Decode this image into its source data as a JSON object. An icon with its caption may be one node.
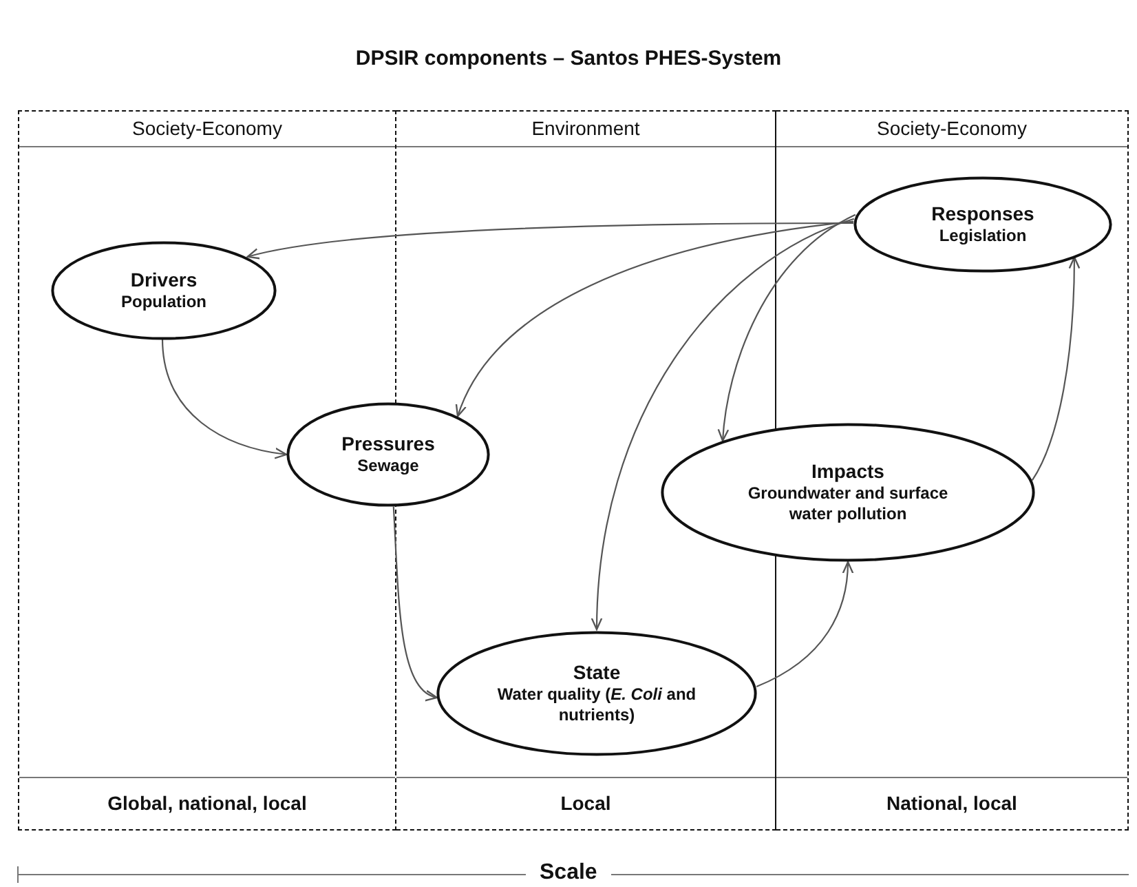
{
  "diagram": {
    "title": "DPSIR components – Santos PHES-System",
    "nodes": [
      {
        "text": [
          "Society-Economy",
          "Global, national, local"
        ]
      },
      {
        "text": [
          "Environment",
          "Local"
        ]
      },
      {
        "text": [
          "Society-Economy",
          "National, local"
        ]
      },
      {
        "text": [
          "Drivers",
          "Population"
        ],
        "in": 0
      },
      {
        "text": [
          "Responses",
          "Legislation"
        ],
        "in": 2
      },
      {
        "text": [
          "Pressures",
          "Sewage"
        ]
      },
      {
        "text": [
          "Impacts",
          "Groundwater and surface water pollution"
        ]
      },
      {
        "text": [
          "State",
          "Water quality (*E. Coli* and nutrients)"
        ],
        "in": 1
      }
    ],
    "edges": [
      {
        "from": 3,
        "to": 5,
        "arrow": "to"
      },
      {
        "from": 5,
        "to": 7,
        "arrow": "to"
      },
      {
        "from": 7,
        "to": 6,
        "arrow": "to"
      },
      {
        "from": 6,
        "to": 4,
        "arrow": "to"
      },
      {
        "from": 4,
        "to": 3,
        "arrow": "to"
      },
      {
        "from": 4,
        "to": 5,
        "arrow": "to"
      },
      {
        "from": 4,
        "to": 7,
        "arrow": "to"
      },
      {
        "from": 4,
        "to": 6,
        "arrow": "to"
      }
    ],
    "labels": [
      "Scale"
    ]
  }
}
